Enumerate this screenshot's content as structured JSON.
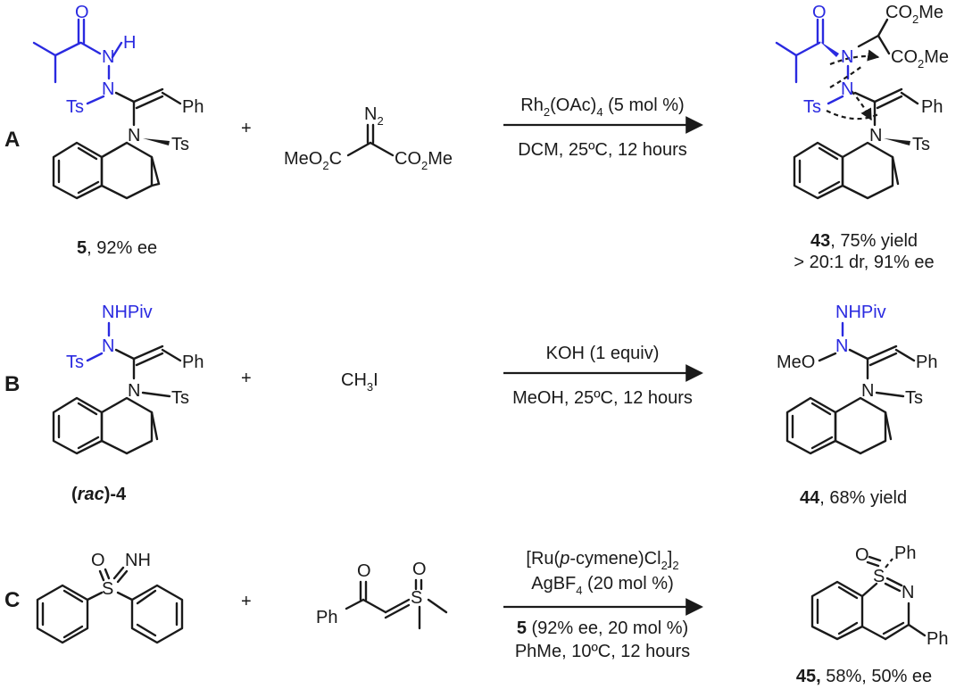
{
  "colors": {
    "ink": "#1a1a1a",
    "highlight": "#2a2ae0"
  },
  "panels": {
    "A": {
      "label": "A",
      "reactant": {
        "atoms": {
          "o": "O",
          "n1": "N",
          "h": "H",
          "n2": "N",
          "ts_n": "Ts",
          "ph": "Ph",
          "n_ind": "N",
          "ts_c2": "Ts"
        },
        "caption_bold": "5",
        "caption_rest": ", 92% ee"
      },
      "plus": "+",
      "reagent": {
        "n": "N",
        "n_sub": "2",
        "left_a": "MeO",
        "left_sub": "2",
        "left_b": "C",
        "right_a": "CO",
        "right_sub": "2",
        "right_b": "Me"
      },
      "conditions": {
        "above_a": "Rh",
        "above_sub": "2",
        "above_b": "(OAc)",
        "above_sub2": "4",
        "above_c": " (5 mol %)",
        "below": "DCM, 25ºC, 12 hours"
      },
      "product": {
        "atoms": {
          "o": "O",
          "n1": "N",
          "n2": "N",
          "ts_n": "Ts",
          "ph": "Ph",
          "n_ind": "N",
          "ts_c2": "Ts"
        },
        "ester_top_a": "CO",
        "ester_top_sub": "2",
        "ester_top_b": "Me",
        "ester_bot_a": "CO",
        "ester_bot_sub": "2",
        "ester_bot_b": "Me",
        "caption_bold": "43",
        "caption_rest": ", 75% yield",
        "caption_line2": "> 20:1 dr, 91% ee"
      }
    },
    "B": {
      "label": "B",
      "reactant": {
        "atoms": {
          "nhpiv": "NHPiv",
          "n": "N",
          "ts_n": "Ts",
          "ph": "Ph",
          "n_ind": "N",
          "ts_c2": "Ts"
        },
        "caption_open": "(",
        "caption_italic": "rac",
        "caption_close": ")-4"
      },
      "plus": "+",
      "reagent": {
        "a": "CH",
        "sub": "3",
        "b": "I"
      },
      "conditions": {
        "above": "KOH (1 equiv)",
        "below": "MeOH, 25ºC, 12 hours"
      },
      "product": {
        "atoms": {
          "nhpiv": "NHPiv",
          "n": "N",
          "meo": "MeO",
          "ph": "Ph",
          "n_ind": "N",
          "ts_c2": "Ts"
        },
        "caption_bold": "44",
        "caption_rest": ", 68% yield"
      }
    },
    "C": {
      "label": "C",
      "reactant": {
        "atoms": {
          "o": "O",
          "s": "S",
          "nh": "NH"
        }
      },
      "plus": "+",
      "reagent": {
        "atoms": {
          "o_ket": "O",
          "ph": "Ph",
          "s": "S",
          "o_s": "O"
        }
      },
      "conditions": {
        "line1_a": "[Ru(",
        "line1_italic": "p",
        "line1_b": "-cymene)Cl",
        "line1_sub": "2",
        "line1_c": "]",
        "line1_sub2": "2",
        "line2_a": "AgBF",
        "line2_sub": "4",
        "line2_b": " (20 mol %)",
        "line3_bold": "5",
        "line3_rest": " (92% ee, 20 mol %)",
        "line4": "PhMe, 10ºC, 12 hours"
      },
      "product": {
        "atoms": {
          "o": "O",
          "s": "S",
          "ph_s": "Ph",
          "n": "N",
          "ph_c": "Ph"
        },
        "caption_bold": "45,",
        "caption_rest": " 58%, 50% ee"
      }
    }
  }
}
